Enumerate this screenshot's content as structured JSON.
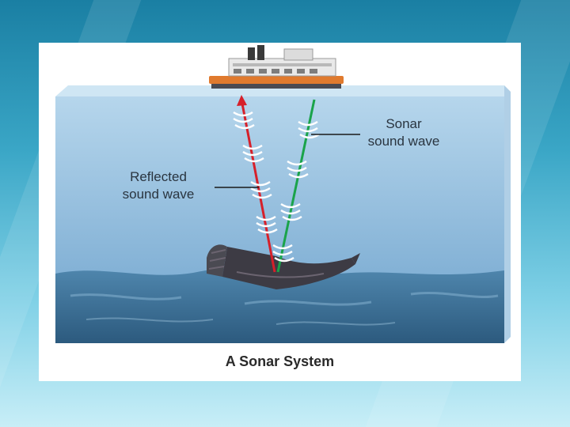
{
  "figure": {
    "caption": "A Sonar System",
    "labels": {
      "sonar_line1": "Sonar",
      "sonar_line2": "sound wave",
      "reflected_line1": "Reflected",
      "reflected_line2": "sound wave"
    },
    "colors": {
      "water_top": "#a9cde6",
      "water_bottom": "#6fa3cd",
      "surface": "#cfe6f4",
      "seafloor": "#3d6f93",
      "sonar_beam": "#1aa34a",
      "reflected_beam": "#d6202a",
      "boat_hull": "#e07a2e"
    },
    "icons": [
      "boat",
      "shipwreck",
      "sound-wave-arcs"
    ]
  }
}
